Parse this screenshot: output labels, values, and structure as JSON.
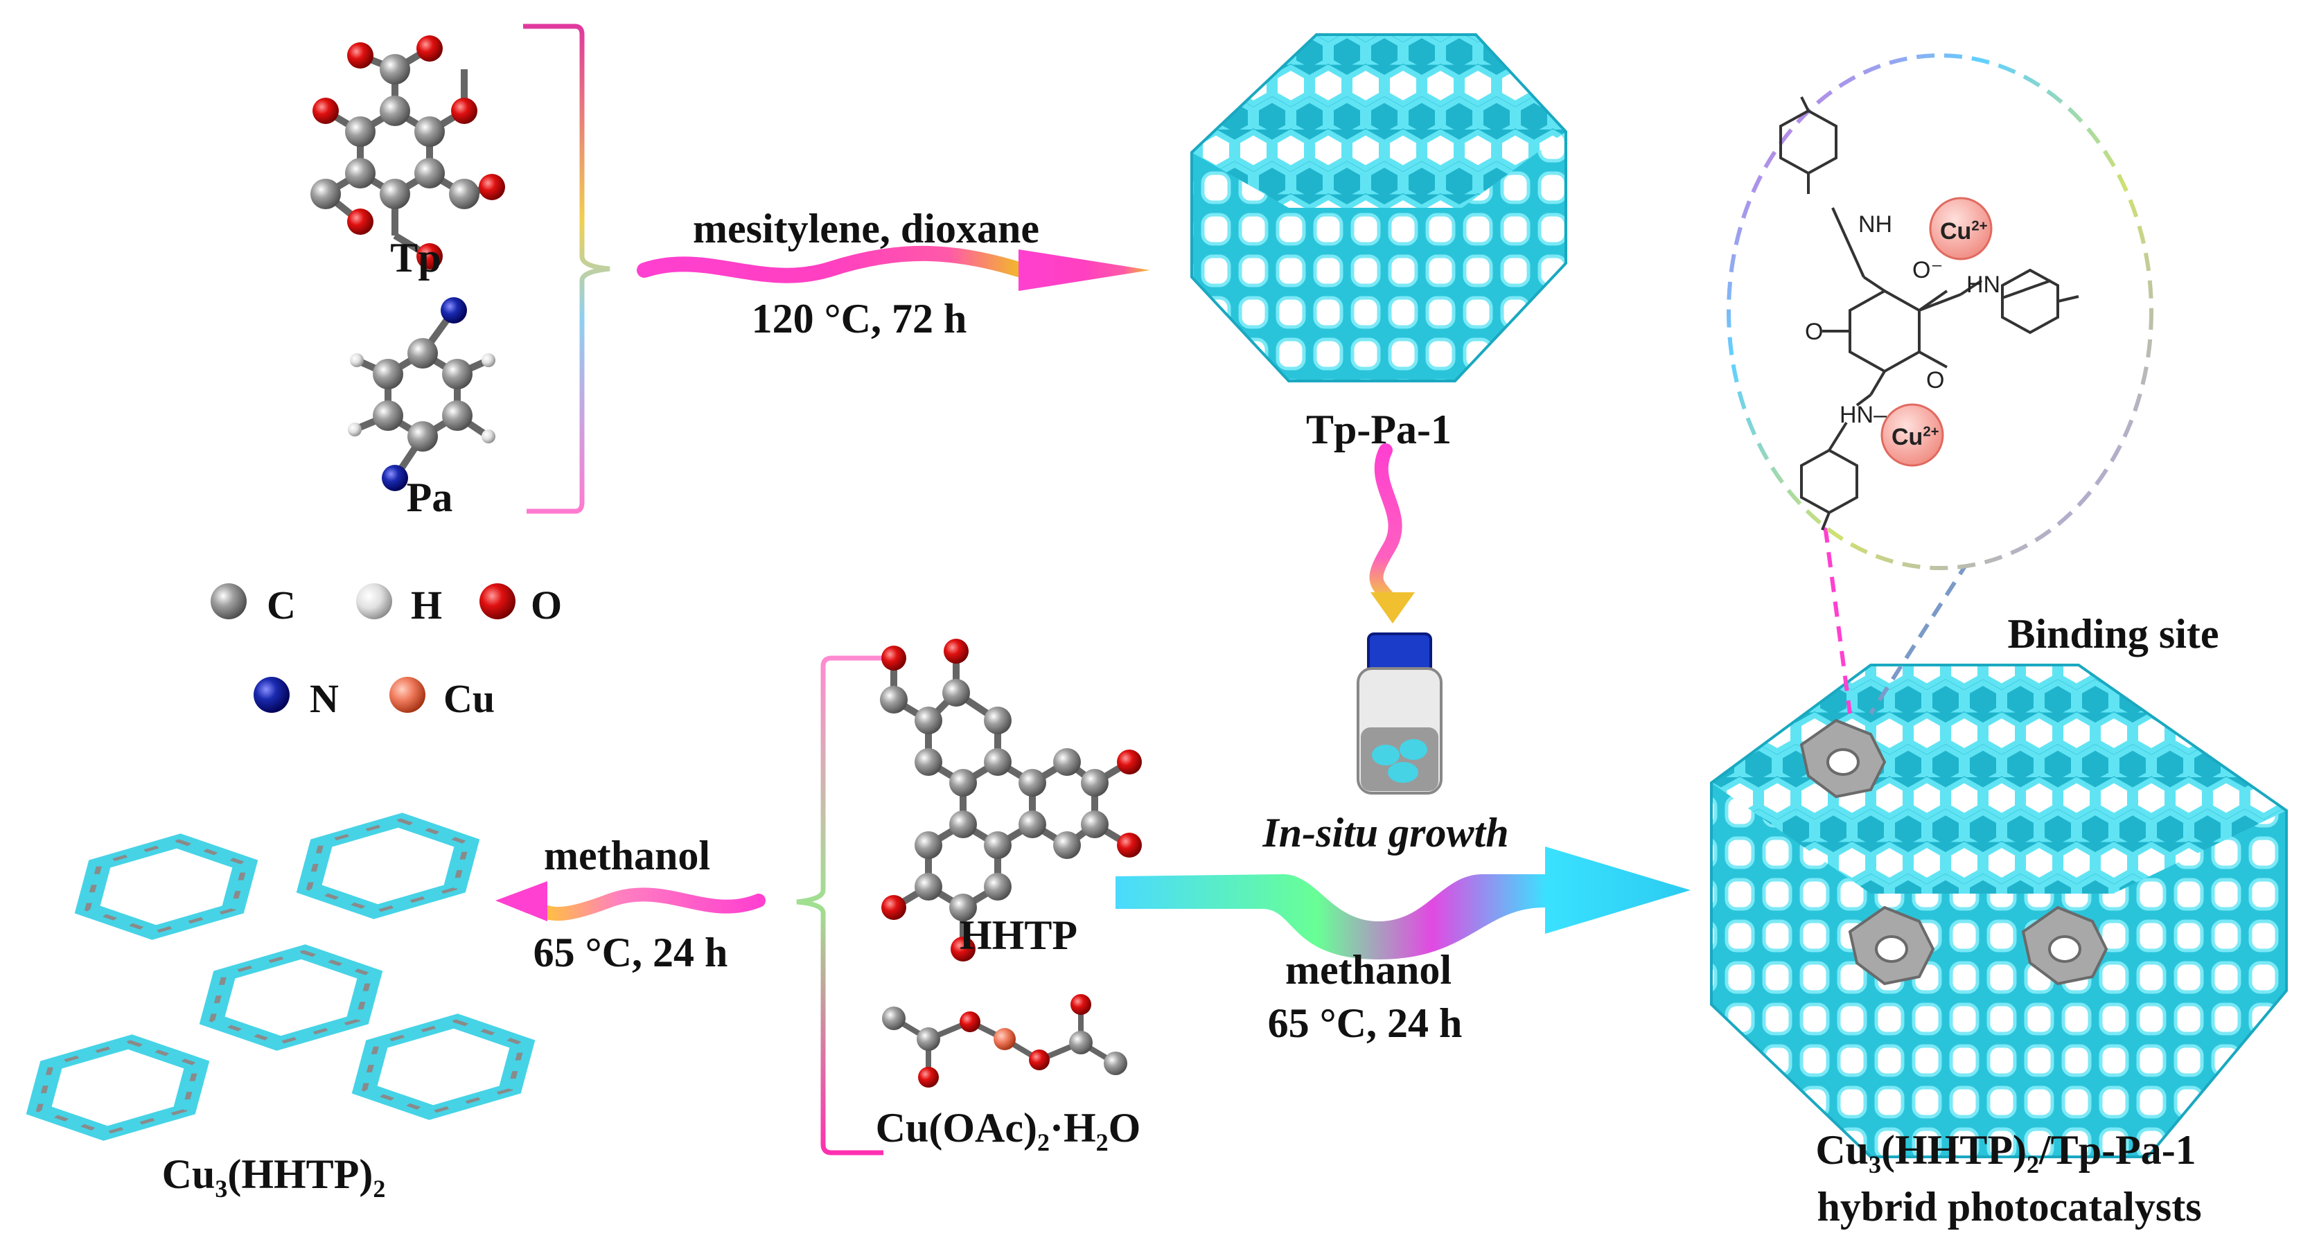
{
  "reagents": {
    "tp": "Tp",
    "pa": "Pa",
    "hhtp": "HHTP"
  },
  "cu_salt": {
    "main": "Cu(OAc)",
    "sub": "2",
    "rest": "·H",
    "sub2": "2",
    "end": "O"
  },
  "legend": [
    {
      "symbol": "C",
      "color": "#8c8c8c"
    },
    {
      "symbol": "H",
      "color": "#d9d9d9"
    },
    {
      "symbol": "O",
      "color": "#e01010"
    },
    {
      "symbol": "N",
      "color": "#101a9a"
    },
    {
      "symbol": "Cu",
      "color": "#f07a5c"
    }
  ],
  "step1": {
    "solvent": "mesitylene, dioxane",
    "conditions": "120 °C, 72 h"
  },
  "product_cof": "Tp-Pa-1",
  "step_mof": {
    "solvent": "methanol",
    "conditions": "65 °C, 24 h"
  },
  "mof_product": {
    "main": "Cu",
    "sub1": "3",
    "mid": "(HHTP)",
    "sub2": "2"
  },
  "growth": {
    "label": "In-situ growth",
    "solvent": "methanol",
    "conditions": "65 °C, 24 h"
  },
  "binding_site": "Binding site",
  "hybrid": {
    "line1_main": "Cu",
    "line1_sub1": "3",
    "line1_mid": "(HHTP)",
    "line1_sub2": "2",
    "line1_end": "/Tp-Pa-1",
    "line2": "hybrid photocatalysts"
  },
  "structure_labels": {
    "nh1": "NH",
    "nh2": "HN",
    "nh3": "HN",
    "o1": "O",
    "o2": "O",
    "o3": "O",
    "cu_a": "Cu",
    "cu_b": "Cu",
    "cu_charge": "2+"
  },
  "colors": {
    "framework": "#46d3e6",
    "framework_dark": "#1aa8c0",
    "mof_gray": "#9a9a9a",
    "bracket_top": "#e0389e",
    "bracket_bottom": "#ff57c8"
  }
}
